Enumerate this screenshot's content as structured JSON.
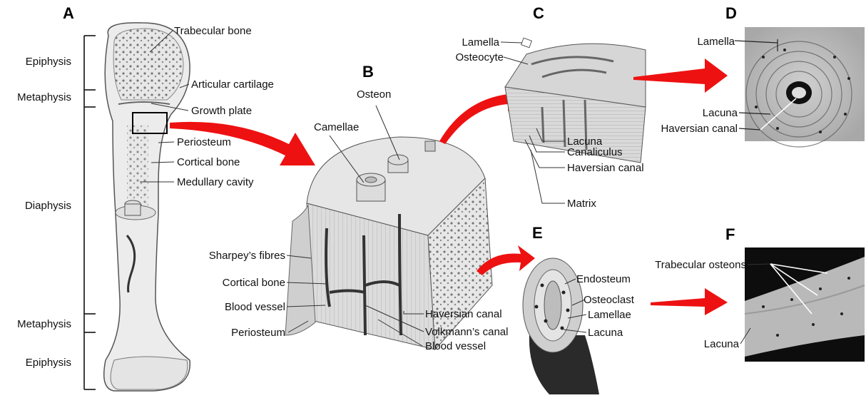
{
  "panels": {
    "A": {
      "letter": "A",
      "regions": [
        "Epiphysis",
        "Metaphysis",
        "Diaphysis",
        "Metaphysis",
        "Epiphysis"
      ],
      "labels": {
        "trabecular_bone": "Trabecular bone",
        "articular_cartilage": "Articular cartilage",
        "growth_plate": "Growth plate",
        "periosteum": "Periosteum",
        "cortical_bone": "Cortical bone",
        "medullary_cavity": "Medullary cavity"
      }
    },
    "B": {
      "letter": "B",
      "labels": {
        "osteon": "Osteon",
        "camellae": "Camellae",
        "sharpeys_fibres": "Sharpey’s fibres",
        "cortical_bone": "Cortical bone",
        "blood_vessel": "Blood vessel",
        "periosteum": "Periosteum",
        "haversian_canal": "Haversian canal",
        "volkmanns_canal": "Volkmann’s canal",
        "blood_vessel_2": "Blood vessel"
      }
    },
    "C": {
      "letter": "C",
      "labels": {
        "lamella": "Lamella",
        "osteocyte": "Osteocyte",
        "lacuna": "Lacuna",
        "canaliculus": "Canaliculus",
        "haversian_canal": "Haversian canal",
        "matrix": "Matrix"
      }
    },
    "D": {
      "letter": "D",
      "labels": {
        "lamella": "Lamella",
        "lacuna": "Lacuna",
        "haversian_canal": "Haversian canal"
      }
    },
    "E": {
      "letter": "E",
      "labels": {
        "endosteum": "Endosteum",
        "osteoclast": "Osteoclast",
        "lamellae": "Lamellae",
        "lacuna": "Lacuna"
      }
    },
    "F": {
      "letter": "F",
      "labels": {
        "trabecular_osteons": "Trabecular osteons",
        "lacuna": "Lacuna"
      }
    }
  },
  "colors": {
    "arrow": "#ee1111",
    "line": "#333333",
    "bone_fill": "#ececec",
    "micrograph_dark": "#111111"
  }
}
